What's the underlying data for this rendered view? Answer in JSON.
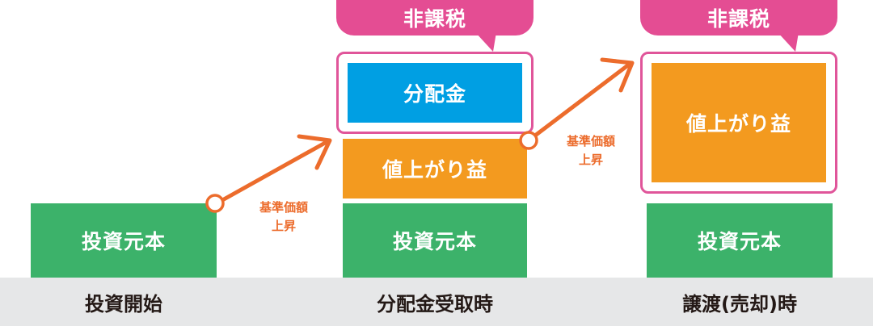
{
  "stages": {
    "start": {
      "principal_label": "投資元本",
      "footer_label": "投資開始"
    },
    "distribution": {
      "badge_label": "非課税",
      "distribution_label": "分配金",
      "gain_label": "値上がり益",
      "principal_label": "投資元本",
      "footer_label": "分配金受取時"
    },
    "sale": {
      "badge_label": "非課税",
      "gain_label": "値上がり益",
      "principal_label": "投資元本",
      "footer_label": "譲渡(売却)時"
    }
  },
  "arrows": {
    "first": {
      "line1": "基準価額",
      "line2": "上昇"
    },
    "second": {
      "line1": "基準価額",
      "line2": "上昇"
    }
  },
  "colors": {
    "principal": "#3cb26a",
    "gain": "#f39a1f",
    "distribution": "#009fe3",
    "tax_free": "#e44d93",
    "arrow": "#ec6c2c",
    "footer_bg": "#e6e7e8"
  }
}
